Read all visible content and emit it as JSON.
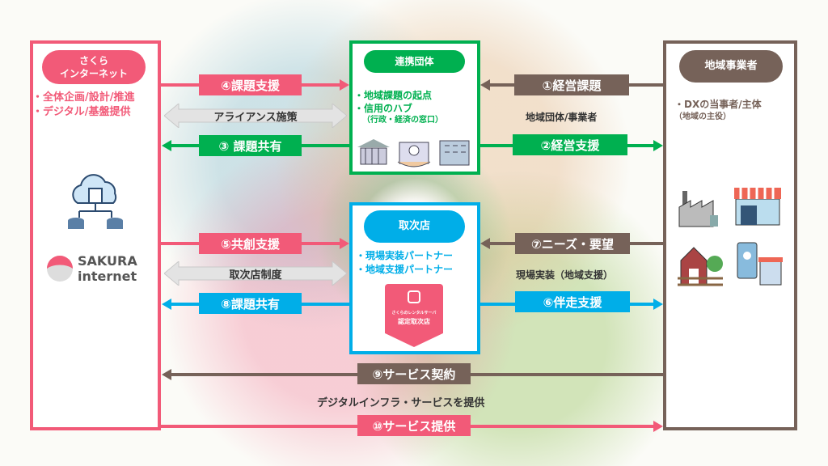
{
  "colors": {
    "pink": "#f25a78",
    "green": "#00b050",
    "blue": "#00aee8",
    "brown": "#766259",
    "grey": "#d9d9d9"
  },
  "left": {
    "title_line1": "さくら",
    "title_line2": "インターネット",
    "bullets": [
      "・全体企画/設計/推進",
      "・デジタル/基盤提供"
    ],
    "logo_line1": "SAKURA",
    "logo_line2": "internet"
  },
  "center_top": {
    "title": "連携団体",
    "bullets": [
      "・地域課題の起点",
      "・信用のハブ"
    ],
    "sub": "（行政・経済の窓口）"
  },
  "center_bottom": {
    "title": "取次店",
    "bullets": [
      "・現場実装パートナー",
      "・地域支援パートナー"
    ],
    "badge_small": "さくらのレンタルサーバ",
    "badge_main": "認定取次店"
  },
  "right": {
    "title": "地域事業者",
    "bullet": "・DXの当事者/主体",
    "sub": "（地域の主役）"
  },
  "arrows": {
    "a1": "①経営課題",
    "a2": "②経営支援",
    "a3": "③ 課題共有",
    "a4": "④課題支援",
    "a5": "⑤共創支援",
    "a6": "⑥伴走支援",
    "a7": "⑦ニーズ・要望",
    "a8": "⑧課題共有",
    "a9": "⑨サービス契約",
    "a10": "⑩サービス提供"
  },
  "labels": {
    "alliance": "アライアンス施策",
    "agency": "取次店制度",
    "region": "地域団体/事業者",
    "field": "現場実装（地域支援）",
    "infra": "デジタルインフラ・サービスを提供"
  }
}
